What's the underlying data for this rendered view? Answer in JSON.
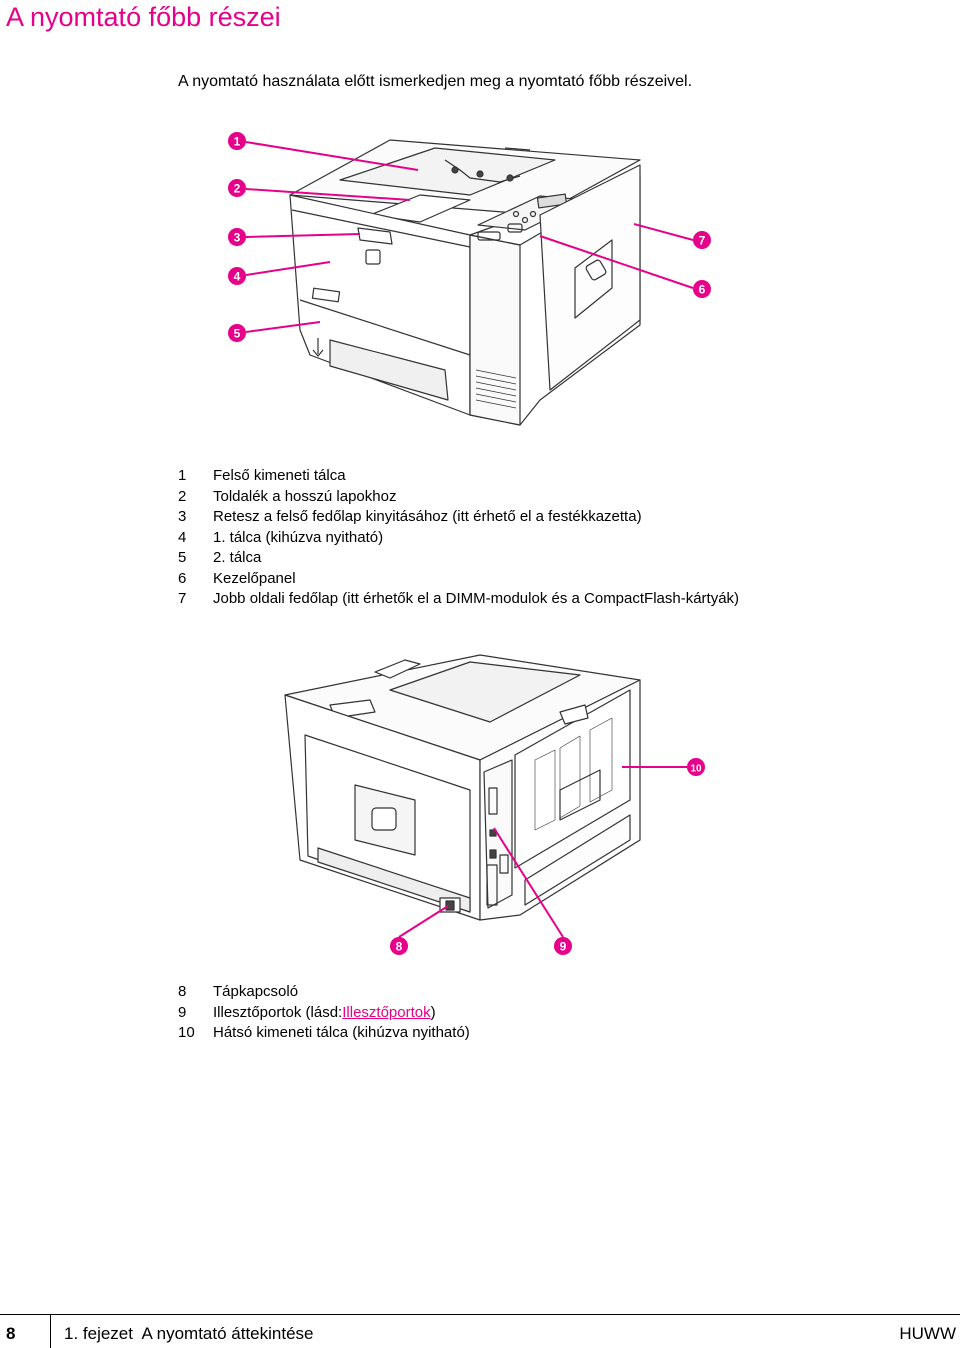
{
  "page": {
    "title": "A nyomtató főbb részei",
    "intro": "A nyomtató használata előtt ismerkedjen meg a nyomtató főbb részeivel."
  },
  "figure1": {
    "callouts": [
      "1",
      "2",
      "3",
      "4",
      "5",
      "6",
      "7"
    ]
  },
  "legend1": [
    {
      "num": "1",
      "text": "Felső kimeneti tálca"
    },
    {
      "num": "2",
      "text": "Toldalék a hosszú lapokhoz"
    },
    {
      "num": "3",
      "text": "Retesz a felső fedőlap kinyitásához (itt érhető el a festékkazetta)"
    },
    {
      "num": "4",
      "text": "1. tálca (kihúzva nyitható)"
    },
    {
      "num": "5",
      "text": "2. tálca"
    },
    {
      "num": "6",
      "text": "Kezelőpanel"
    },
    {
      "num": "7",
      "text": "Jobb oldali fedőlap (itt érhetők el a DIMM-modulok és a CompactFlash-kártyák)"
    }
  ],
  "figure2": {
    "callouts": [
      "10",
      "8",
      "9"
    ]
  },
  "legend2": [
    {
      "num": "8",
      "text": "Tápkapcsoló"
    },
    {
      "num": "9",
      "text": "Illesztőportok (lásd: ",
      "link": "Illesztőportok",
      "after": ")"
    },
    {
      "num": "10",
      "text": "Hátsó kimeneti tálca (kihúzva nyitható)"
    }
  ],
  "footer": {
    "page_number": "8",
    "chapter": "1. fejezet  A nyomtató áttekintése",
    "code": "HUWW"
  },
  "colors": {
    "accent": "#e6008a"
  }
}
